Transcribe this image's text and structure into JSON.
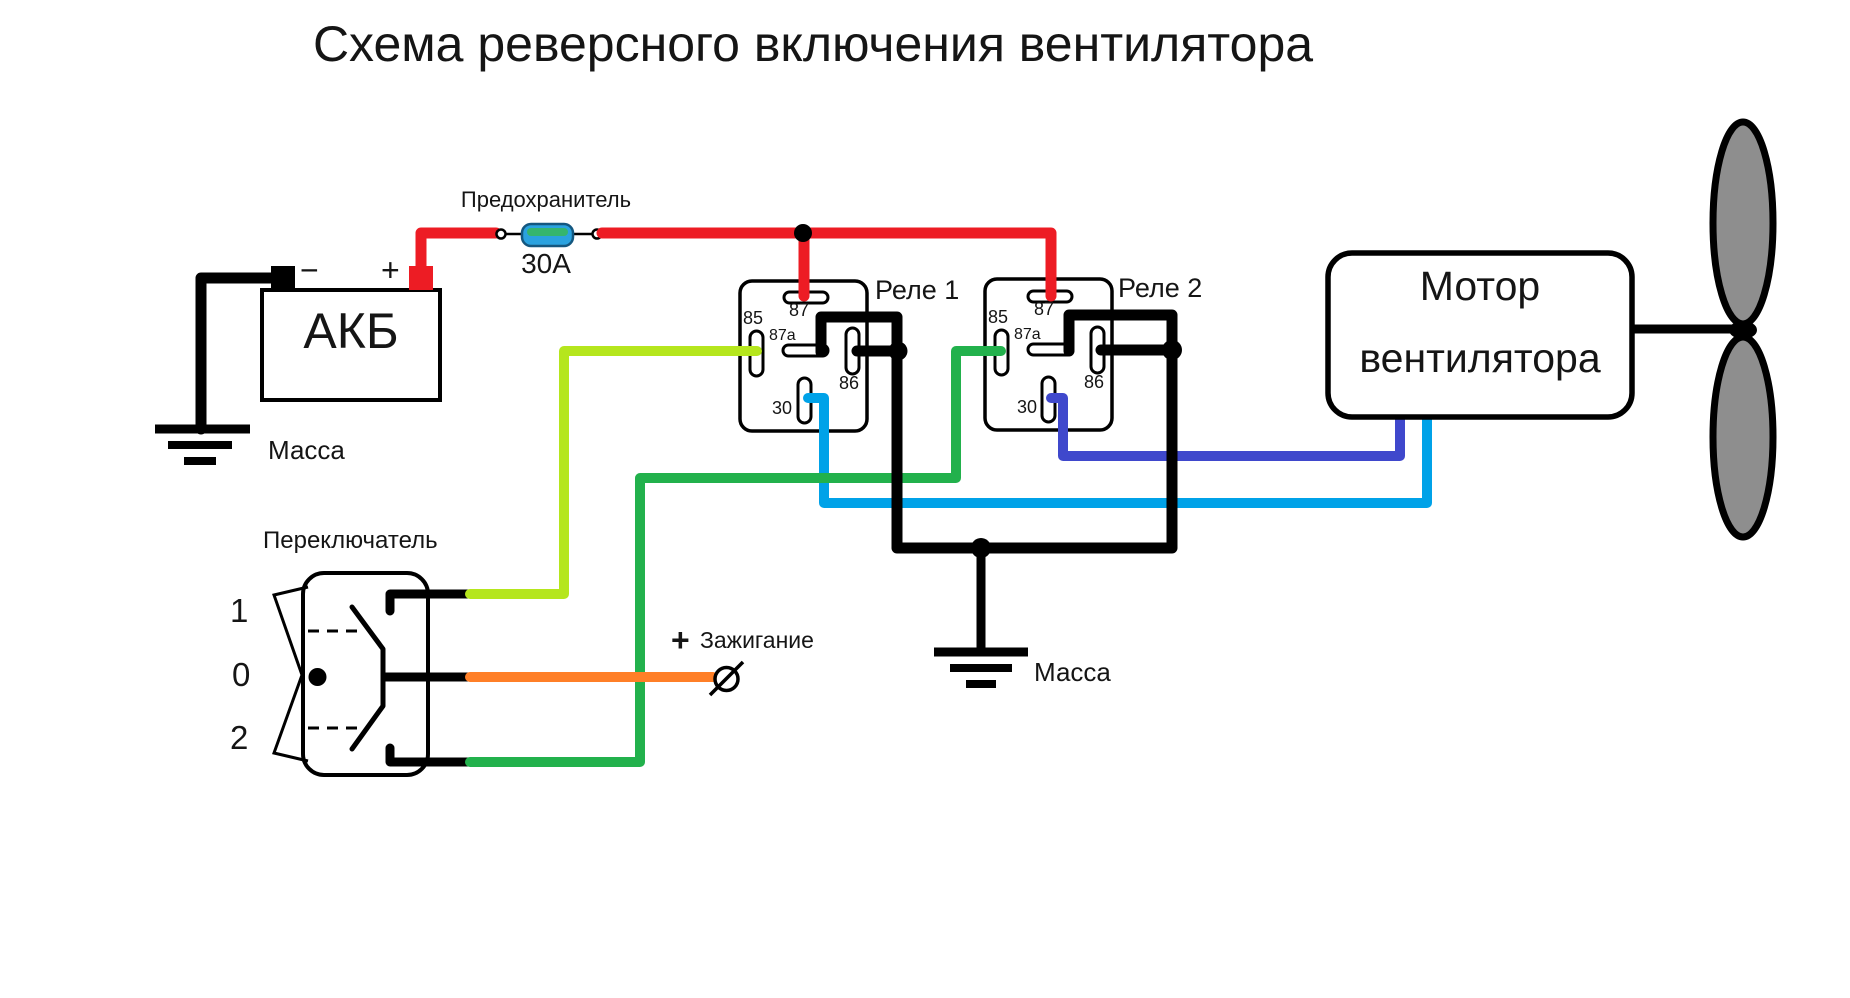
{
  "title": "Схема реверсного включения вентилятора",
  "battery": {
    "label": "АКБ",
    "minus": "−",
    "plus": "+"
  },
  "ground_left": {
    "label": "Масса"
  },
  "fuse": {
    "label": "Предохранитель",
    "rating": "30А"
  },
  "relay1": {
    "label": "Реле 1",
    "pin87": "87",
    "pin85": "85",
    "pin87a": "87a",
    "pin86": "86",
    "pin30": "30"
  },
  "relay2": {
    "label": "Реле 2",
    "pin87": "87",
    "pin85": "85",
    "pin87a": "87a",
    "pin86": "86",
    "pin30": "30"
  },
  "motor": {
    "line1": "Мотор",
    "line2": "вентилятора"
  },
  "switch": {
    "label": "Переключатель",
    "pos1": "1",
    "pos0": "0",
    "pos2": "2"
  },
  "ignition": {
    "plus": "+",
    "label": "Зажигание"
  },
  "ground_center": {
    "label": "Масса"
  },
  "colors": {
    "red": "#ed1c24",
    "lime": "#b5e61d",
    "green": "#22b14c",
    "cyan": "#00a2e8",
    "blue": "#3f48cc",
    "orange": "#ff7f27",
    "black": "#000000",
    "fan_gray": "#8e8e8e",
    "fuse_blue": "#2aa2df",
    "fuse_green": "#35b56e",
    "fuse_border": "#14577f"
  }
}
